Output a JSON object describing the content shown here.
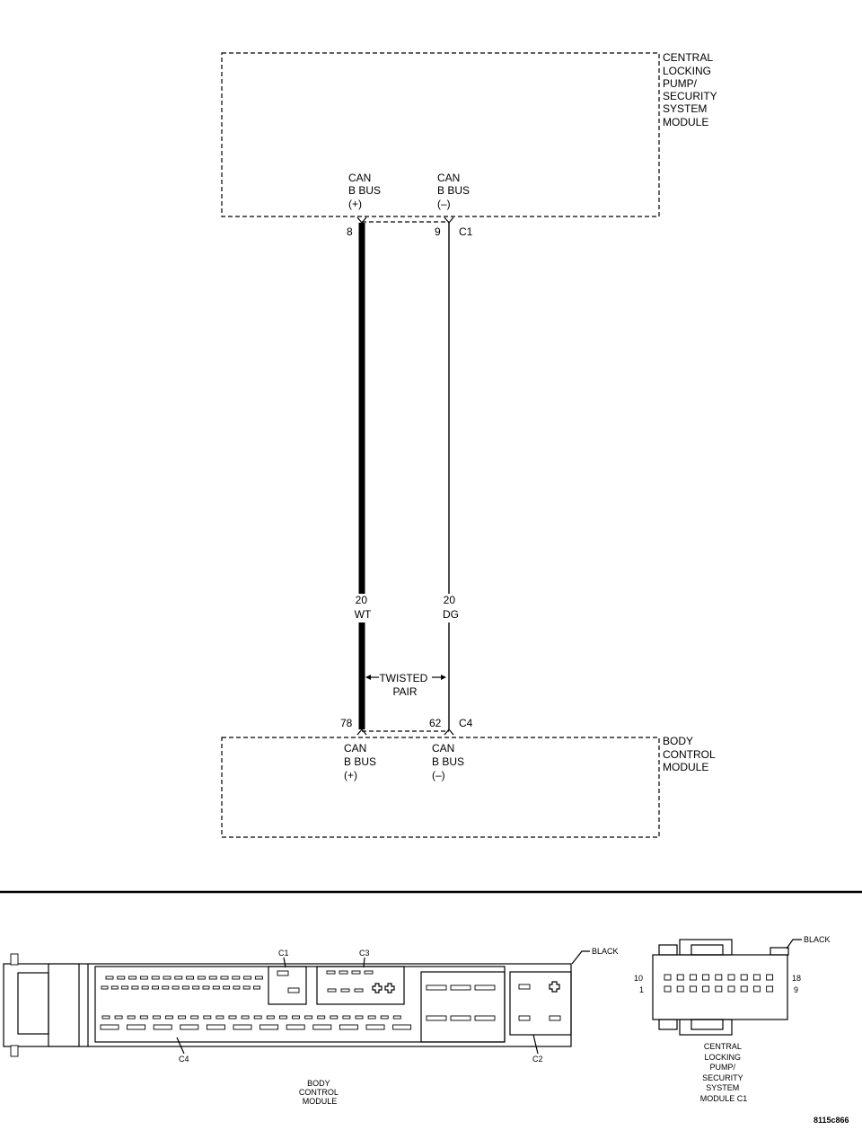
{
  "modules": {
    "top": {
      "name_lines": [
        "CENTRAL",
        "LOCKING",
        "PUMP/",
        "SECURITY",
        "SYSTEM",
        "MODULE"
      ]
    },
    "bottom": {
      "name_lines": [
        "BODY",
        "CONTROL",
        "MODULE"
      ]
    }
  },
  "terminals": {
    "top_plus": [
      "CAN",
      "B BUS",
      "(+)"
    ],
    "top_minus": [
      "CAN",
      "B BUS",
      "(–)"
    ],
    "bottom_plus": [
      "CAN",
      "B BUS",
      "(+)"
    ],
    "bottom_minus": [
      "CAN",
      "B BUS",
      "(–)"
    ]
  },
  "pins": {
    "top_plus": "8",
    "top_minus": "9",
    "top_connector": "C1",
    "bottom_plus": "78",
    "bottom_minus": "62",
    "bottom_connector": "C4"
  },
  "wires": {
    "plus": {
      "gauge": "20",
      "color_code": "WT",
      "stroke": "#000000"
    },
    "minus": {
      "gauge": "20",
      "color_code": "DG",
      "stroke": "#000000"
    }
  },
  "twisted_pair": [
    "TWISTED",
    "PAIR"
  ],
  "connector_views": {
    "bcm": {
      "c1": "C1",
      "c2": "C2",
      "c3": "C3",
      "c4": "C4",
      "color": "BLACK",
      "caption": [
        "BODY",
        "CONTROL",
        "MODULE"
      ]
    },
    "clp": {
      "color": "BLACK",
      "pin_top_left": "10",
      "pin_bottom_left": "1",
      "pin_top_right": "18",
      "pin_bottom_right": "9",
      "caption": [
        "CENTRAL",
        "LOCKING",
        "PUMP/",
        "SECURITY",
        "SYSTEM",
        "MODULE C1"
      ]
    }
  },
  "figure_id": "8115c866"
}
